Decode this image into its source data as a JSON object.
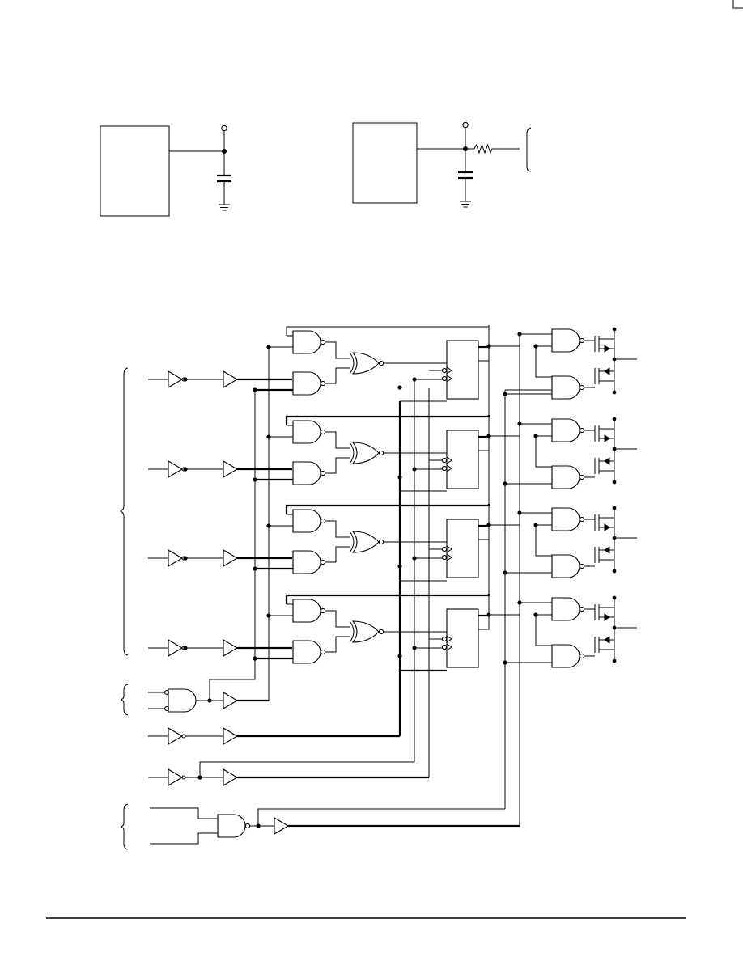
{
  "page": {
    "background": "#ffffff",
    "ink_color": "#000000"
  },
  "figure_top": {
    "circuit_a": {
      "parts": [
        "block",
        "output-node",
        "pullup-terminal",
        "capacitor",
        "ground"
      ]
    },
    "circuit_b": {
      "parts": [
        "block",
        "output-node",
        "pullup-terminal",
        "capacitor",
        "ground",
        "resistor",
        "brace"
      ]
    }
  },
  "figure_logic": {
    "input_channels": 4,
    "per_channel": [
      "inverter",
      "buffer",
      "nand-gate",
      "nand-gate",
      "xor-gate",
      "flip-flop",
      "nand-gate",
      "nand-gate",
      "output-transistor-pair"
    ],
    "control_lines": 3,
    "control_gate": "nand-gate",
    "icon_set": [
      "buffer-icon",
      "inverter-icon",
      "nand-gate-icon",
      "xor-gate-icon",
      "flip-flop-icon",
      "transistor-icon",
      "brace-icon"
    ]
  }
}
